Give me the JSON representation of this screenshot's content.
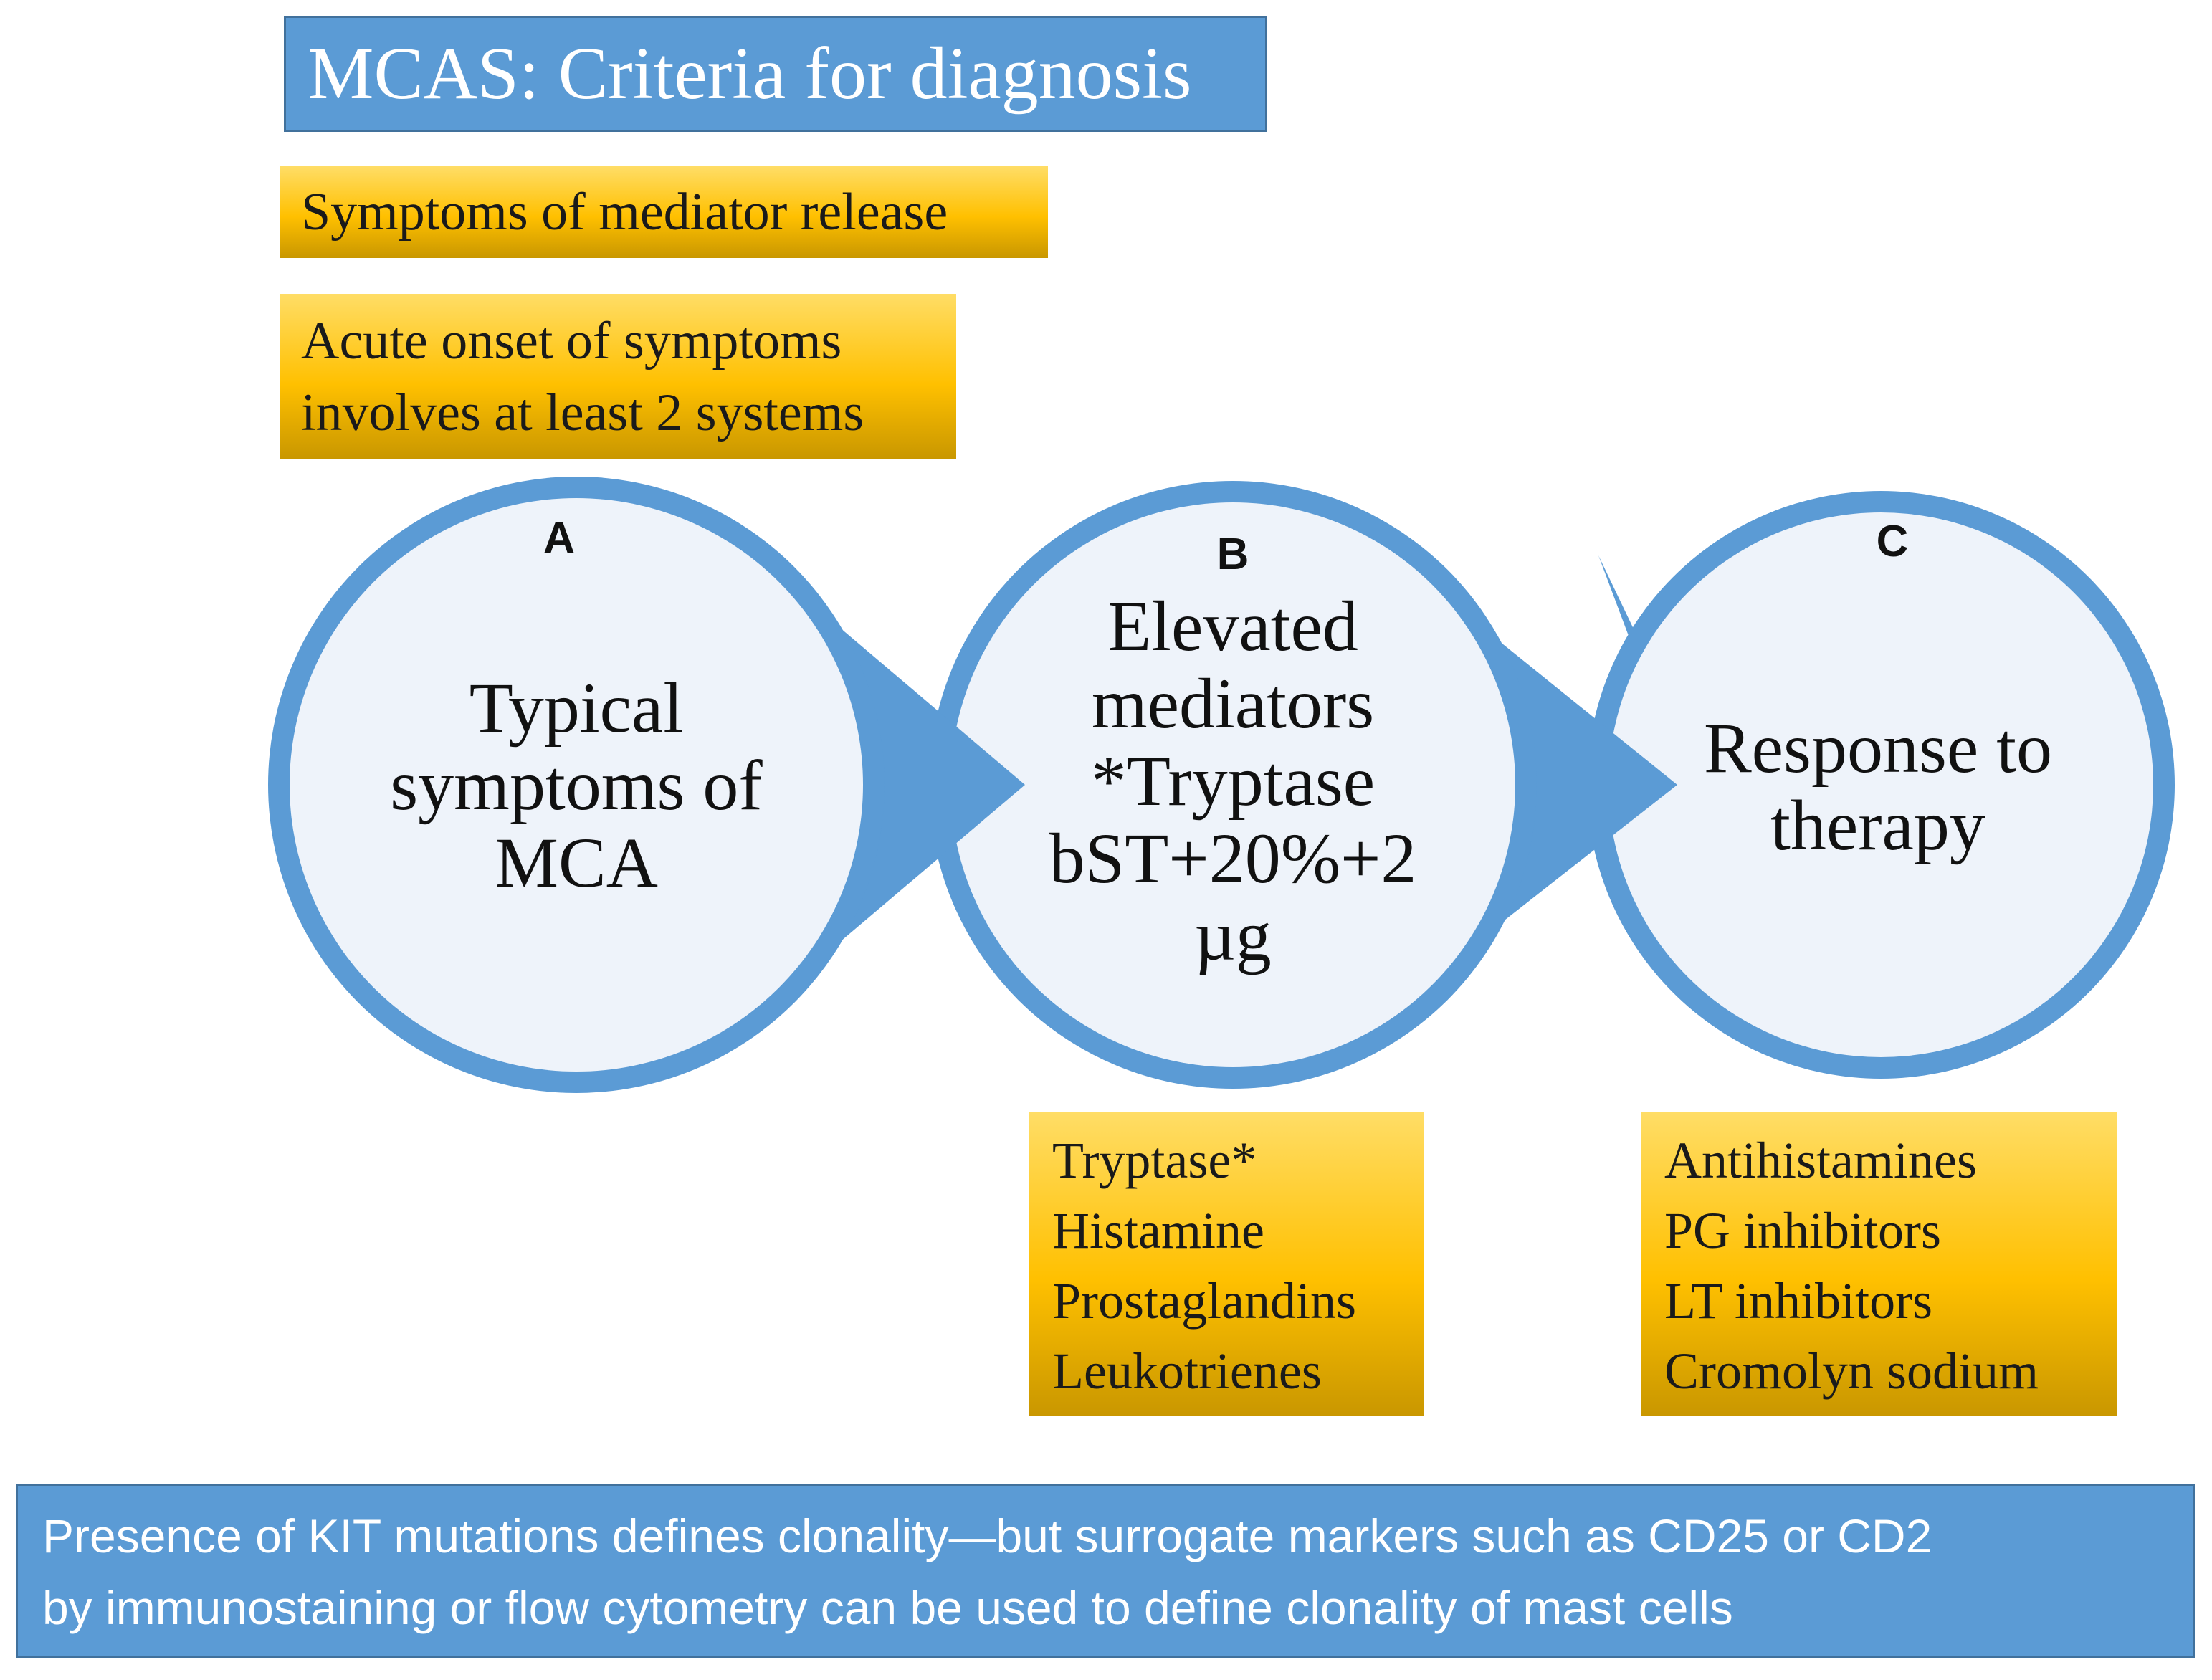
{
  "title": "MCAS: Criteria for diagnosis",
  "symptoms_box": "Symptoms  of mediator release",
  "onset_box": {
    "line1": "Acute onset of symptoms",
    "line2": "involves at least 2 systems"
  },
  "circles": [
    {
      "letter": "A",
      "lines": [
        "Typical",
        "symptoms  of",
        "MCA"
      ]
    },
    {
      "letter": "B",
      "lines": [
        "Elevated",
        "mediators",
        "*Tryptase",
        "bST+20%+2",
        "µg"
      ]
    },
    {
      "letter": "C",
      "lines": [
        "Response to",
        "therapy"
      ]
    }
  ],
  "mediators_list": [
    "Tryptase*",
    "Histamine",
    "Prostaglandins",
    "Leukotrienes"
  ],
  "therapy_list": [
    "Antihistamines",
    "PG inhibitors",
    "LT inhibitors",
    "Cromolyn sodium"
  ],
  "footer": {
    "line1": "Presence of KIT mutations defines clonality—but surrogate markers such as CD25 or CD2",
    "line2": "by immunostaining or flow cytometry can be used to define clonality of mast cells"
  },
  "colors": {
    "blue": "#5b9bd5",
    "circle_fill": "#eef3fa",
    "gold": "#ffc000"
  }
}
